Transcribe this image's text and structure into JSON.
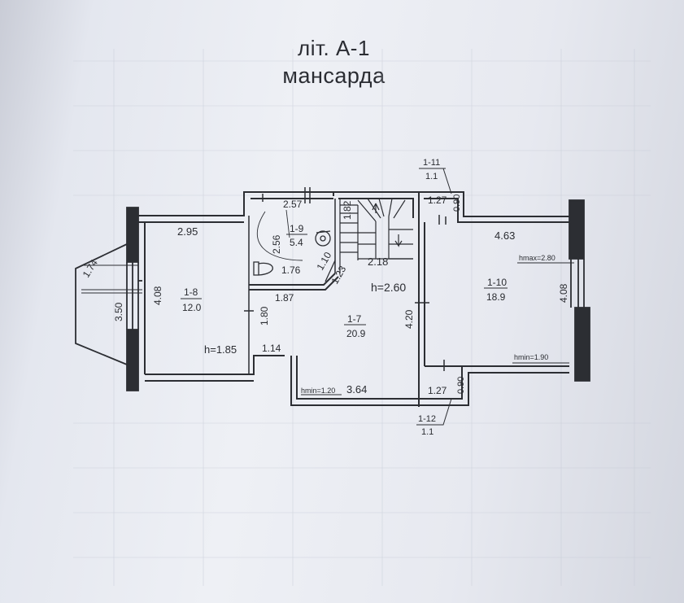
{
  "header": {
    "title_line1": "літ. А-1",
    "title_line2": "мансарда"
  },
  "plan": {
    "rooms": [
      {
        "id": "1-8",
        "area": "12.0"
      },
      {
        "id": "1-9",
        "area": "5.4"
      },
      {
        "id": "1-7",
        "area": "20.9"
      },
      {
        "id": "1-10",
        "area": "18.9"
      },
      {
        "id": "1-11",
        "area": "1.1"
      },
      {
        "id": "1-12",
        "area": "1.1"
      }
    ],
    "heights": {
      "room_1_8": "h=1.85",
      "room_1_7": "h=2.60",
      "room_1_7_min": "hmin=1.20",
      "room_1_10_max": "hmax=2.80",
      "room_1_10_min": "hmin=1.90"
    },
    "dimensions": {
      "d_2_95": "2.95",
      "d_4_08_left": "4.08",
      "d_3_50": "3.50",
      "d_1_74": "1.74",
      "d_1_80": "1.80",
      "d_1_14": "1.14",
      "d_1_87": "1.87",
      "d_1_76": "1.76",
      "d_2_57": "2.57",
      "d_2_56": "2.56",
      "d_1_10": "1.10",
      "d_1_23": "1.23",
      "d_1_82": "1.82",
      "d_2_18": "2.18",
      "d_3_64": "3.64",
      "d_4_20": "4.20",
      "d_1_27_top": "1.27",
      "d_0_90_top": "0.90",
      "d_4_63": "4.63",
      "d_4_08_right": "4.08",
      "d_1_27_bottom": "1.27",
      "d_0_90_bottom": "0.90"
    }
  }
}
